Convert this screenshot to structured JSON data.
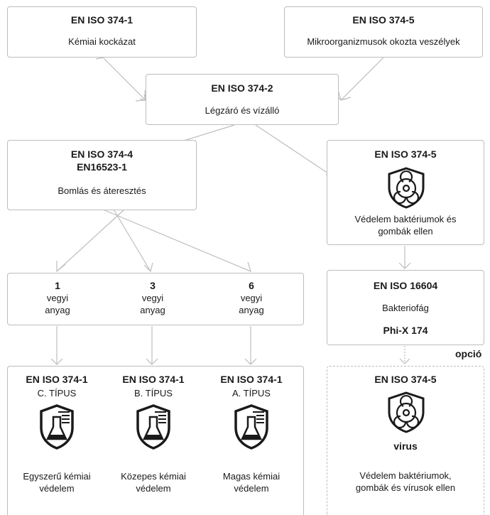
{
  "box_top_left": {
    "title": "EN ISO 374-1",
    "subtitle": "Kémiai kockázat"
  },
  "box_top_right": {
    "title": "EN ISO 374-5",
    "subtitle": "Mikroorganizmusok okozta veszélyek"
  },
  "box_mid": {
    "title": "EN ISO 374-2",
    "subtitle": "Légzáró és vízálló"
  },
  "box_degradation": {
    "title1": "EN ISO 374-4",
    "title2": "EN16523-1",
    "subtitle": "Bomlás és áteresztés"
  },
  "box_bacteria": {
    "title": "EN ISO 374-5",
    "text1": "Védelem baktériumok és",
    "text2": "gombák ellen"
  },
  "chemicals": [
    {
      "number": "1",
      "line1": "vegyi",
      "line2": "anyag"
    },
    {
      "number": "3",
      "line1": "vegyi",
      "line2": "anyag"
    },
    {
      "number": "6",
      "line1": "vegyi",
      "line2": "anyag"
    }
  ],
  "box_16604": {
    "title": "EN ISO 16604",
    "subtitle": "Bakteriofág",
    "strain": "Phi-X 174"
  },
  "option_label": "opció",
  "types": [
    {
      "title": "EN ISO 374-1",
      "type": "C. TÍPUS",
      "desc1": "Egyszerű kémiai",
      "desc2": "védelem"
    },
    {
      "title": "EN ISO 374-1",
      "type": "B. TÍPUS",
      "desc1": "Közepes kémiai",
      "desc2": "védelem"
    },
    {
      "title": "EN ISO 374-1",
      "type": "A. TÍPUS",
      "desc1": "Magas kémiai",
      "desc2": "védelem"
    }
  ],
  "box_virus": {
    "title": "EN ISO 374-5",
    "virus": "virus",
    "text1": "Védelem baktériumok,",
    "text2": "gombák és vírusok ellen"
  },
  "colors": {
    "border": "#bdbdbd",
    "text": "#1a1a1a",
    "icon": "#1a1a1a"
  }
}
